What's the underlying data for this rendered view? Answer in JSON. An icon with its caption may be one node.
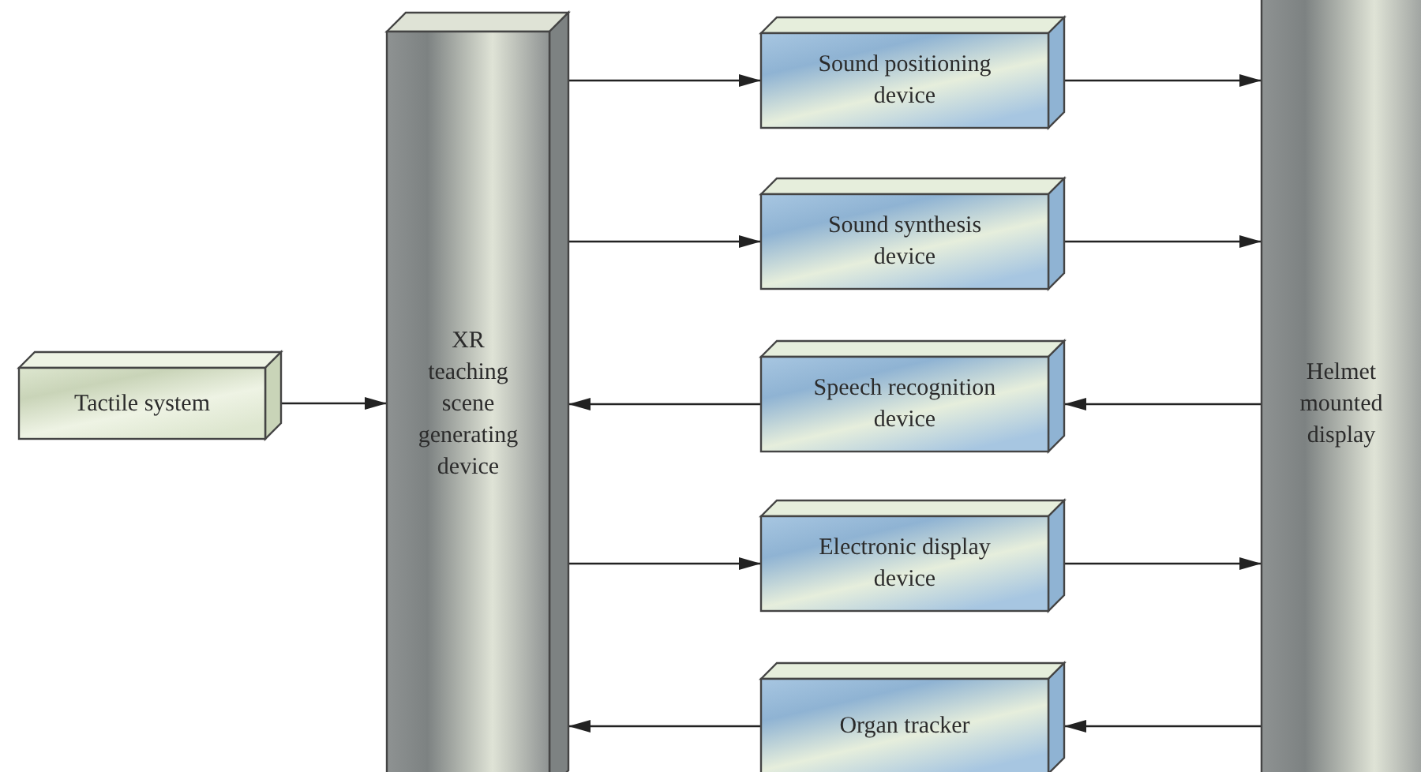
{
  "diagram": {
    "nodes": [
      {
        "text": [
          "Tactile system"
        ]
      },
      {
        "text": [
          "XR teaching scene generating device"
        ]
      },
      {
        "text": [
          "Sound positioning device"
        ]
      },
      {
        "text": [
          "Sound synthesis device"
        ]
      },
      {
        "text": [
          "Speech recognition device"
        ]
      },
      {
        "text": [
          "Electronic display device"
        ]
      },
      {
        "text": [
          "Organ tracker"
        ]
      },
      {
        "text": [
          "Helmet mounted display"
        ]
      }
    ],
    "edges": [
      {
        "from": 0,
        "to": 1,
        "arrow": "to"
      },
      {
        "from": 1,
        "to": 2,
        "arrow": "to"
      },
      {
        "from": 2,
        "to": 7,
        "arrow": "to"
      },
      {
        "from": 1,
        "to": 3,
        "arrow": "to"
      },
      {
        "from": 3,
        "to": 7,
        "arrow": "to"
      },
      {
        "from": 7,
        "to": 4,
        "arrow": "to"
      },
      {
        "from": 4,
        "to": 1,
        "arrow": "to"
      },
      {
        "from": 1,
        "to": 5,
        "arrow": "to"
      },
      {
        "from": 5,
        "to": 7,
        "arrow": "to"
      },
      {
        "from": 7,
        "to": 6,
        "arrow": "to"
      },
      {
        "from": 6,
        "to": 1,
        "arrow": "to"
      }
    ]
  }
}
